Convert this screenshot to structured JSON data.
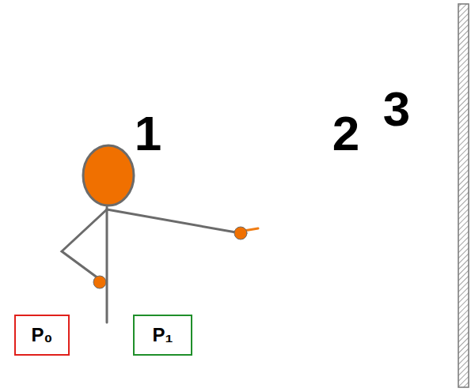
{
  "diagram": {
    "nodes": [
      {
        "text": [
          "1"
        ]
      },
      {
        "text": [
          "2"
        ]
      },
      {
        "text": [
          "P₀"
        ]
      },
      {
        "text": [
          "P₁"
        ]
      }
    ],
    "labels": [
      "3"
    ]
  }
}
